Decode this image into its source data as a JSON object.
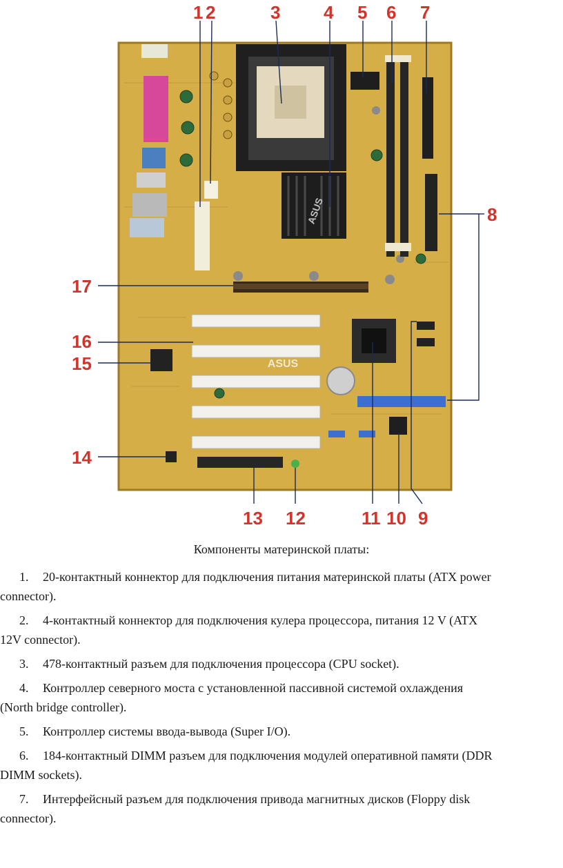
{
  "figure": {
    "callouts": [
      "1",
      "2",
      "3",
      "4",
      "5",
      "6",
      "7",
      "8",
      "9",
      "10",
      "11",
      "12",
      "13",
      "14",
      "15",
      "16",
      "17"
    ],
    "board_logo": "ASUS",
    "colors": {
      "board": "#d8b04a",
      "board_dark": "#a98228",
      "callout": "#d2332b",
      "ide_blue": "#3c6fd0",
      "pci_white": "#f2f0ea",
      "heatsink": "#222222"
    }
  },
  "caption": "Компоненты материнской платы:",
  "items": [
    {
      "num": "1.",
      "line1": "20-контактный коннектор для подключения питания материнской платы (ATX power",
      "line2": "connector)."
    },
    {
      "num": "2.",
      "line1": "4-контактный коннектор для подключения кулера процессора, питания 12 V (ATX",
      "line2": "12V connector)."
    },
    {
      "num": "3.",
      "line1": "478-контактный разъем для подключения процессора (CPU socket).",
      "line2": ""
    },
    {
      "num": "4.",
      "line1": "Контроллер северного моста с установленной пассивной системой охлаждения",
      "line2": "(North bridge controller)."
    },
    {
      "num": "5.",
      "line1": "Контроллер системы ввода-вывода (Super I/O).",
      "line2": ""
    },
    {
      "num": "6.",
      "line1": "184-контактный DIMM разъем для подключения модулей оперативной памяти (DDR",
      "line2": "DIMM sockets)."
    },
    {
      "num": "7.",
      "line1": "Интерфейсный разъем для подключения привода магнитных дисков (Floppy disk",
      "line2": "connector)."
    }
  ]
}
